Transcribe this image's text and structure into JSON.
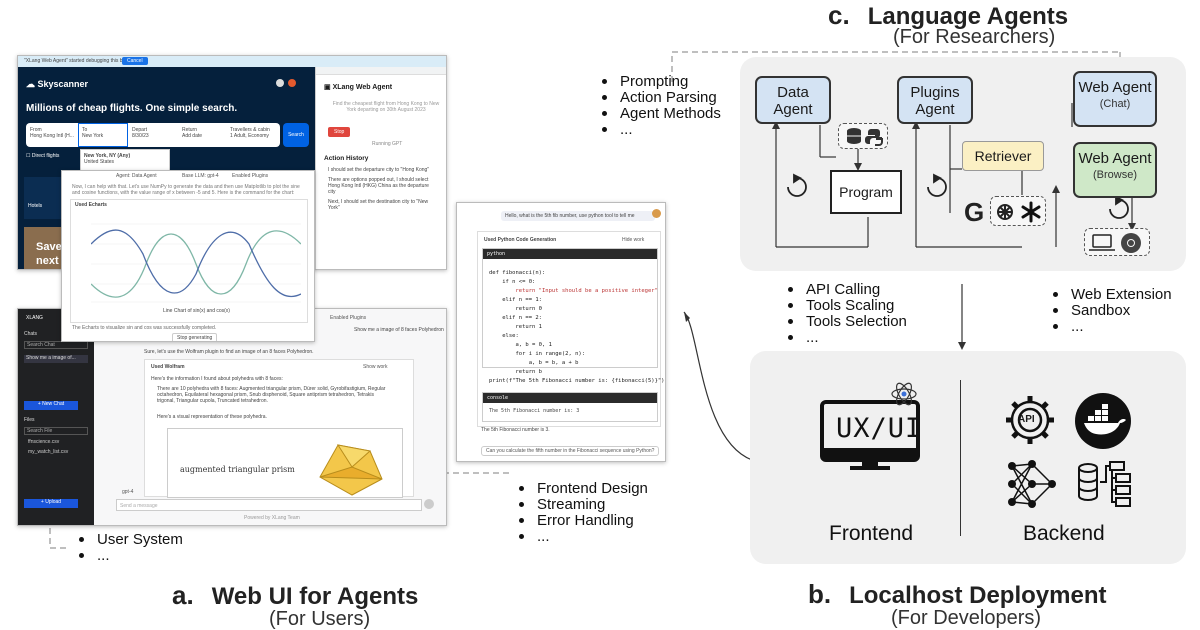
{
  "language_agents": {
    "letter": "c.",
    "title": "Language Agents",
    "subtitle": "(For Researchers)",
    "bullets": [
      "Prompting",
      "Action Parsing",
      "Agent Methods",
      "..."
    ],
    "data_agent": "Data Agent",
    "plugins_agent": "Plugins Agent",
    "web_agent_chat": "Web Agent",
    "web_agent_chat_sub": "(Chat)",
    "web_agent_browse": "Web Agent",
    "web_agent_browse_sub": "(Browse)",
    "program": "Program",
    "retriever": "Retriever",
    "plugins_bullets": [
      "API Calling",
      "Tools Scaling",
      "Tools Selection",
      "..."
    ],
    "web_bullets": [
      "Web Extension",
      "Sandbox",
      "..."
    ]
  },
  "localhost": {
    "letter": "b.",
    "title": "Localhost Deployment",
    "subtitle": "(For Developers)",
    "frontend_label": "Frontend",
    "backend_label": "Backend",
    "ux_label": "UX/UI",
    "api_label": "API",
    "chat_bullets": [
      "Frontend Design",
      "Streaming",
      "Error Handling",
      "..."
    ]
  },
  "web_ui": {
    "letter": "a.",
    "title": "Web UI for Agents",
    "subtitle": "(For Users)",
    "bullets": [
      "User System",
      "..."
    ]
  },
  "skyscanner": {
    "banner": "\"XLang Web Agent\" started debugging this browser",
    "cancel": "Cancel",
    "brand": "Skyscanner",
    "headline": "Millions of cheap flights. One simple search.",
    "from_label": "From",
    "from_value": "Hong Kong Intl (H...",
    "to_label": "To",
    "to_value": "New York",
    "depart_label": "Depart",
    "depart_value": "8/30/23",
    "return_label": "Return",
    "return_value": "Add date",
    "travellers_label": "Travellers & cabin",
    "travellers_value": "1 Adult, Economy",
    "search": "Search",
    "direct": "Direct flights",
    "suggest_main": "New York, NY (Any)",
    "suggest_sub": "United States",
    "hotels": "Hotels",
    "save_text": "Save",
    "next_text": "next"
  },
  "web_agent_ext": {
    "title": "XLang Web Agent",
    "task": "Find the cheapest flight from Hong Kong to New York departing on 30th August 2023",
    "stop": "Stop",
    "running": "Running GPT",
    "history_title": "Action History",
    "actions": [
      "I should set the departure city to \"Hong Kong\"",
      "There are options popped out, I should select Hong Kong Intl (HKG) China as the departure city",
      "Next, I should set the destination city to \"New York\""
    ]
  },
  "plot_shot": {
    "agent_label": "Agent: Data Agent",
    "llm_label": "Base LLM: gpt-4",
    "plugins_label": "Enabled Plugins",
    "prompt": "Now, I can help with that. Let's use NumPy to generate the data and then use Matplotlib to plot the sine and cosine functions, with the value range of x between -5 and 5. Here is the command for the chart:",
    "used_label": "Used Echarts",
    "caption": "Line Chart of sin(x) and cos(x)",
    "footer": "The Echarts to visualize sin and cos was successfully completed.",
    "stop_label": "Stop generating"
  },
  "chat_ui": {
    "brand": "XLANG",
    "chats_label": "Chats",
    "search_chat": "Search Chat",
    "chat_item": "Show me a image of...",
    "new_chat": "+ New Chat",
    "files_label": "Files",
    "search_file": "Search File",
    "files": [
      "ffnscience.csv",
      "my_watch_list.csv"
    ],
    "upload": "+ Upload",
    "enabled_plugins": "Enabled Plugins",
    "user_msg": "Show me a image of 8 faces Polyhedron",
    "assistant_intro": "Sure, let's use the Wolfram plugin to find an image of an 8 faces Polyhedron.",
    "used_tool": "Used Wolfram",
    "show_work": "Show work",
    "info_line": "Here's the information I found about polyhedra with 8 faces:",
    "bullet1": "There are 10 polyhedra with 8 faces: Augmented triangular prism, Dürer solid, Gyrobifastigium, Regular octahedron, Equilateral hexagonal prism, Snub disphenoid, Square antiprism tetrahedron, Tetrakis trigonal, Triangular cupola, Truncated tetrahedron.",
    "bullet2": "Here's a visual representation of these polyhedra.",
    "shape_caption": "augmented triangular prism",
    "model": "gpt-4",
    "placeholder": "Send a message",
    "powered": "Powered by XLang Team"
  },
  "code_shot": {
    "user_msg": "Hello, what is the 5th fib number, use python tool to tell me",
    "used_label": "Used Python Code Generation",
    "hide_work": "Hide work",
    "lang": "python",
    "code": [
      "def fibonacci(n):",
      "    if n <= 0:",
      "        return \"Input should be a positive integer\"",
      "    elif n == 1:",
      "        return 0",
      "    elif n == 2:",
      "        return 1",
      "    else:",
      "        a, b = 0, 1",
      "        for i in range(2, n):",
      "            a, b = b, a + b",
      "        return b",
      "",
      "print(f\"The 5th Fibonacci number is: {fibonacci(5)}\")"
    ],
    "console_label": "console",
    "console_out": "The 5th Fibonacci number is: 3",
    "answer": "The 5th Fibonacci number is 3.",
    "suggestion": "Can you calculate the fifth number in the Fibonacci sequence using Python?"
  },
  "colors": {
    "agent_blue": "#d4e3f3",
    "agent_green": "#cfe8c8",
    "retriever_yellow": "#fbf0c4",
    "sky_dark": "#05203c",
    "sky_blue": "#0062e3",
    "stop_red": "#e0463d"
  }
}
